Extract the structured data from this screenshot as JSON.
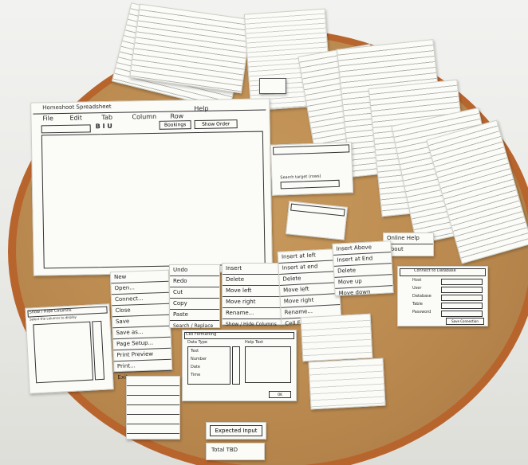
{
  "spreadsheet": {
    "title": "Homeshoot Spreadsheet",
    "menu": [
      "File",
      "Edit",
      "Tab",
      "Column",
      "Row",
      "Help"
    ],
    "toolbar_icons": "B I U",
    "button_1": "Bookings",
    "button_2": "Show Order"
  },
  "help_menu": [
    "Online Help",
    "About"
  ],
  "file_menu": [
    "New",
    "Open...",
    "Connect...",
    "Close",
    "Save",
    "Save as...",
    "Page Setup...",
    "Print Preview",
    "Print...",
    "Exit"
  ],
  "edit_menu": [
    "Undo",
    "Redo",
    "Cut",
    "Copy",
    "Paste",
    "Search / Replace"
  ],
  "column_menu": [
    "Insert",
    "Delete",
    "Move left",
    "Move right",
    "Rename...",
    "Show / Hide Columns"
  ],
  "row_menu": [
    "Insert at left",
    "Insert at end",
    "Delete",
    "Move left",
    "Move right",
    "Rename...",
    "Cell Formatting..."
  ],
  "row_menu_2": [
    "Insert Above",
    "Insert at End",
    "Delete",
    "Move up",
    "Move down"
  ],
  "dialog_search": {
    "label": "Search Target",
    "value": "Search target (rows)"
  },
  "dialog_connect": {
    "title": "Connect to Database",
    "fields": [
      "Host",
      "User",
      "Database",
      "Table",
      "Password"
    ],
    "button": "Save Connection"
  },
  "dialog_cell": {
    "title": "Cell Formatting",
    "left_label": "Data Type",
    "right_label": "Help Text",
    "list": [
      "Text",
      "Number",
      "Date",
      "Time"
    ],
    "button": "OK"
  },
  "dialog_left": {
    "title": "Show / Hide Columns",
    "caption": "Select the columns to display"
  },
  "strips": [
    "Expected Input",
    "Total TBD"
  ]
}
